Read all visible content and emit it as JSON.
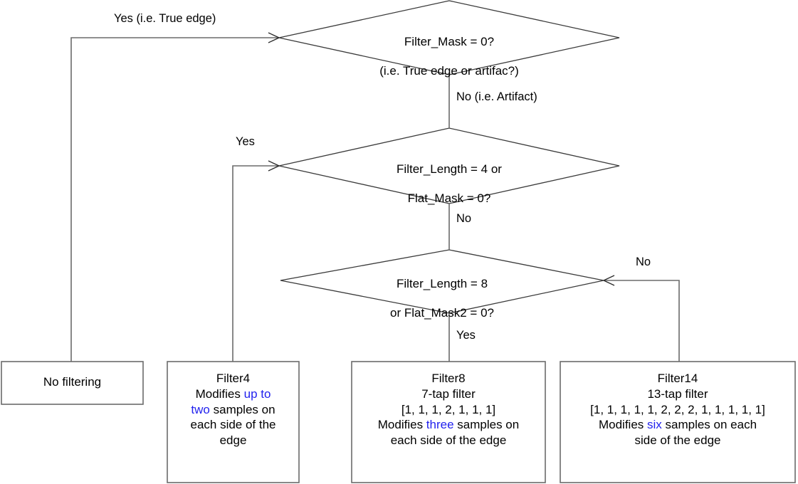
{
  "diagram": {
    "title": "Deblocking filter decision flowchart",
    "colors": {
      "stroke": "#404040",
      "text": "#000000",
      "highlight": "#2222ee",
      "background": "#ffffff"
    }
  },
  "decisions": [
    {
      "id": "filter-mask",
      "line1": "Filter_Mask = 0?",
      "line2": "(i.e. True edge or artifac?)"
    },
    {
      "id": "filter-length-4",
      "line1": "Filter_Length = 4 or",
      "line2": "Flat_Mask = 0?"
    },
    {
      "id": "filter-length-8",
      "line1": "Filter_Length = 8",
      "line2": "or Flat_Mask2 = 0?"
    }
  ],
  "edge_labels": [
    {
      "id": "yes-true-edge",
      "text": "Yes (i.e. True edge)"
    },
    {
      "id": "no-artifact",
      "text": "No (i.e. Artifact)"
    },
    {
      "id": "yes-filter4",
      "text": "Yes"
    },
    {
      "id": "no-to-third",
      "text": "No"
    },
    {
      "id": "no-filter14",
      "text": "No"
    },
    {
      "id": "yes-filter8",
      "text": "Yes"
    }
  ],
  "terminals": [
    {
      "id": "no-filtering",
      "lines": [
        [
          {
            "t": "No filtering",
            "hl": false
          }
        ]
      ]
    },
    {
      "id": "filter4",
      "lines": [
        [
          {
            "t": "Filter4",
            "hl": false
          }
        ],
        [
          {
            "t": "Modifies ",
            "hl": false
          },
          {
            "t": "up to",
            "hl": true
          }
        ],
        [
          {
            "t": "two",
            "hl": true
          },
          {
            "t": " samples on",
            "hl": false
          }
        ],
        [
          {
            "t": "each side of the",
            "hl": false
          }
        ],
        [
          {
            "t": "edge",
            "hl": false
          }
        ]
      ]
    },
    {
      "id": "filter8",
      "lines": [
        [
          {
            "t": "Filter8",
            "hl": false
          }
        ],
        [
          {
            "t": "7-tap filter",
            "hl": false
          }
        ],
        [
          {
            "t": "[1, 1, 1, 2, 1, 1, 1]",
            "hl": false
          }
        ],
        [
          {
            "t": "Modifies ",
            "hl": false
          },
          {
            "t": "three",
            "hl": true
          },
          {
            "t": " samples on",
            "hl": false
          }
        ],
        [
          {
            "t": "each side of the edge",
            "hl": false
          }
        ]
      ]
    },
    {
      "id": "filter14",
      "lines": [
        [
          {
            "t": "Filter14",
            "hl": false
          }
        ],
        [
          {
            "t": "13-tap filter",
            "hl": false
          }
        ],
        [
          {
            "t": "[1, 1, 1, 1, 1, 2, 2, 2, 1, 1, 1, 1, 1]",
            "hl": false
          }
        ],
        [
          {
            "t": "Modifies ",
            "hl": false
          },
          {
            "t": "six",
            "hl": true
          },
          {
            "t": " samples on each",
            "hl": false
          }
        ],
        [
          {
            "t": "side of the edge",
            "hl": false
          }
        ]
      ]
    }
  ]
}
